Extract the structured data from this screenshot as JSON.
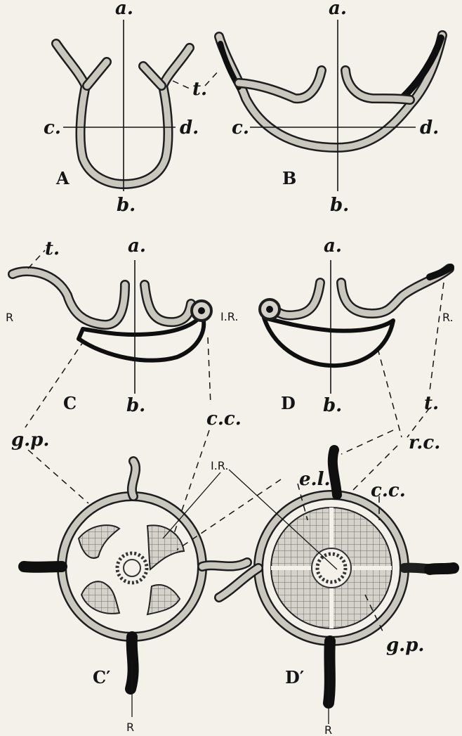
{
  "labels": {
    "a": "a.",
    "b": "b.",
    "c": "c.",
    "d": "d.",
    "t": "t.",
    "cc": "c.c.",
    "gp": "g.p.",
    "rc": "r.c.",
    "el": "e.l.",
    "IR": "I.R.",
    "R": "R",
    "Rdot": "R."
  },
  "panels": {
    "A": "A",
    "B": "B",
    "C": "C",
    "D": "D",
    "Cp": "C′",
    "Dp": "D′"
  }
}
